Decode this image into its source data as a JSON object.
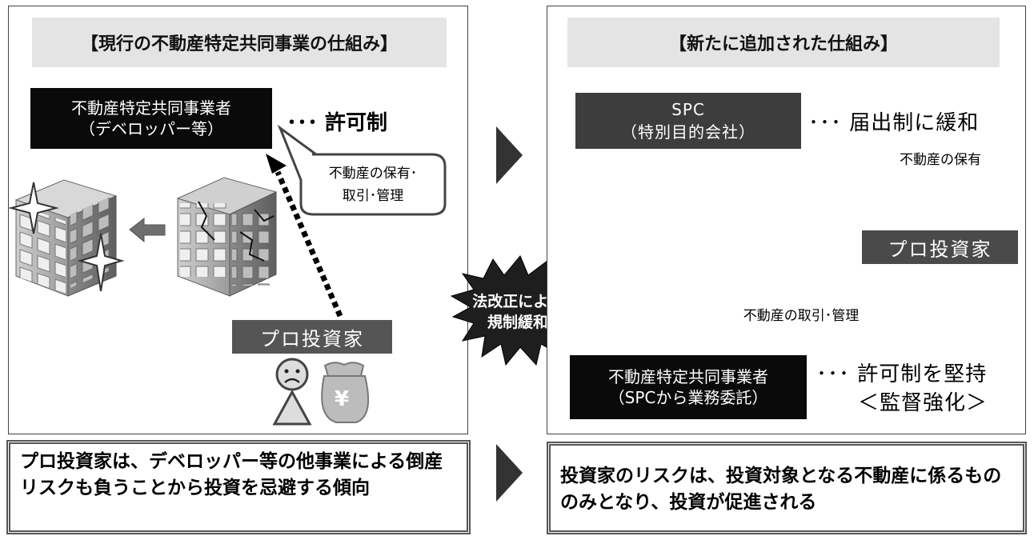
{
  "left_panel": {
    "title": "【現行の不動産特定共同事業の仕組み】",
    "operator_line1": "不動産特定共同事業者",
    "operator_line2": "（デベロッパー等）",
    "regime": "･･･ 許可制",
    "callout_line1": "不動産の保有･",
    "callout_line2": "取引･管理",
    "investor_label": "プロ投資家",
    "yen_symbol": "¥"
  },
  "right_panel": {
    "title": "【新たに追加された仕組み】",
    "spc_line1": "SPC",
    "spc_line2": "（特別目的会社）",
    "spc_regime": "･･･ 届出制に緩和",
    "callout_hold": "不動産の保有",
    "callout_trade": "不動産の取引･管理",
    "investor_label": "プロ投資家",
    "operator_line1": "不動産特定共同事業者",
    "operator_line2": "（SPCから業務委託）",
    "operator_regime_line1": "･･･ 許可制を堅持",
    "operator_regime_line2": "＜監督強化＞",
    "yen_symbol": "¥"
  },
  "center": {
    "burst_line1": "法改正による",
    "burst_line2": "規制緩和"
  },
  "bottom": {
    "left_text": "プロ投資家は、デベロッパー等の他事業による倒産リスクも負うことから投資を忌避する傾向",
    "right_text": "投資家のリスクは、投資対象となる不動産に係るもののみとなり、投資が促進される"
  },
  "colors": {
    "black_box": "#0a0a0a",
    "dark_box": "#3d3d3d",
    "title_bg": "#e4e4e4",
    "arrow_gray": "#4a4a4a"
  }
}
